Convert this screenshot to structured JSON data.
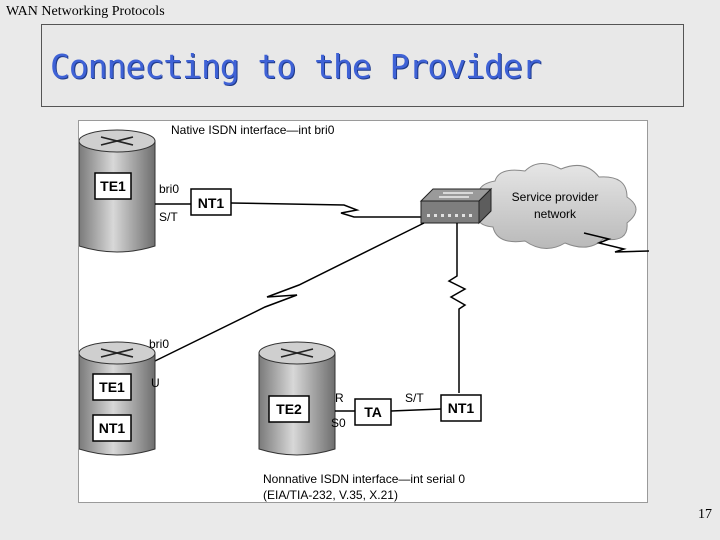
{
  "header": {
    "course": "WAN Networking Protocols"
  },
  "slide": {
    "title": "Connecting to the Provider",
    "page_number": "17"
  },
  "diagram": {
    "native_caption": "Native ISDN interface—int bri0",
    "nonnative_caption_line1": "Nonnative ISDN interface—int serial 0",
    "nonnative_caption_line2": "(EIA/TIA-232, V.35, X.21)",
    "cloud_line1": "Service provider",
    "cloud_line2": "network",
    "router1": {
      "te": "TE1",
      "port": "bri0",
      "ref": "S/T",
      "nt": "NT1"
    },
    "router2": {
      "te": "TE1",
      "nt": "NT1",
      "port": "bri0",
      "ref": "U"
    },
    "router3": {
      "te": "TE2",
      "ref_r": "R",
      "ref_s0": "S0",
      "ta": "TA",
      "ref_st": "S/T",
      "nt": "NT1"
    }
  }
}
